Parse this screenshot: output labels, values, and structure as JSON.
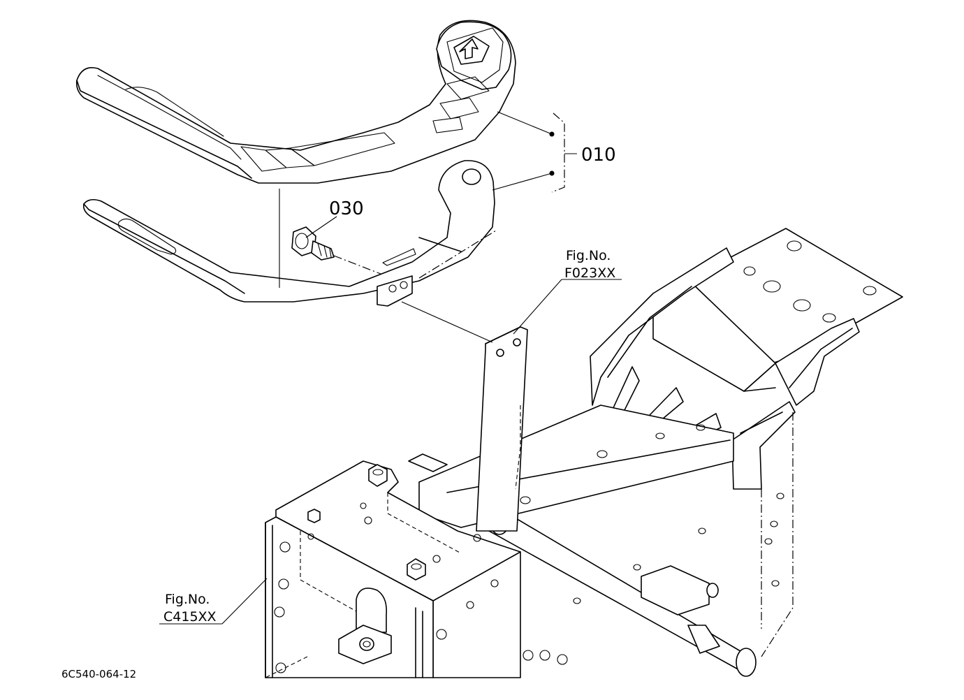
{
  "labels": {
    "part_010": "010",
    "part_030": "030",
    "fig_ref_1_title": "Fig.No.",
    "fig_ref_1_code": "F023XX",
    "fig_ref_2_title": "Fig.No.",
    "fig_ref_2_code": "C415XX",
    "drawing_code": "6C540-064-12"
  },
  "icons": {
    "pedal_arrow": "up-arrow-icon"
  }
}
